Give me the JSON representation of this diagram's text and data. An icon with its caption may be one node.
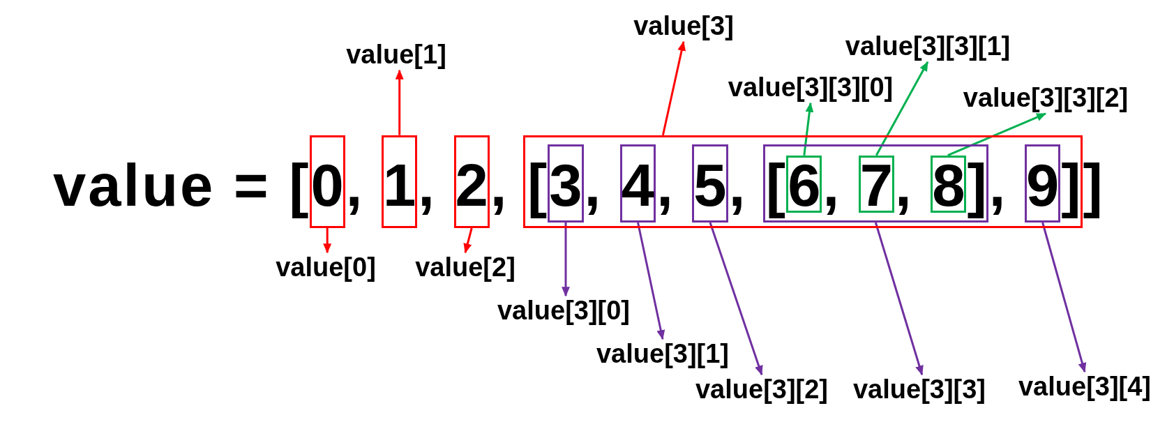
{
  "diagram": {
    "nodes": [
      {
        "text": [],
        "shape": "box"
      },
      {
        "text": [],
        "shape": "box"
      },
      {
        "text": [],
        "shape": "box"
      },
      {
        "text": [],
        "shape": "box"
      },
      {
        "text": [],
        "shape": "box",
        "in": 3
      },
      {
        "text": [],
        "shape": "box",
        "in": 3
      },
      {
        "text": [],
        "shape": "box",
        "in": 3
      },
      {
        "text": [],
        "shape": "box",
        "in": 3
      },
      {
        "text": [],
        "shape": "box",
        "in": 7
      },
      {
        "text": [],
        "shape": "box",
        "in": 7
      },
      {
        "text": [],
        "shape": "box",
        "in": 7
      },
      {
        "text": [],
        "shape": "box",
        "in": 3
      },
      {
        "text": [
          "value[0]"
        ]
      },
      {
        "text": [
          "value[1]"
        ]
      },
      {
        "text": [
          "value[2]"
        ]
      },
      {
        "text": [
          "value[3]"
        ]
      },
      {
        "text": [
          "value[3][0]"
        ]
      },
      {
        "text": [
          "value[3][1]"
        ]
      },
      {
        "text": [
          "value[3][2]"
        ]
      },
      {
        "text": [
          "value[3][3]"
        ]
      },
      {
        "text": [
          "value[3][3][0]"
        ]
      },
      {
        "text": [
          "value[3][3][1]"
        ]
      },
      {
        "text": [
          "value[3][3][2]"
        ]
      },
      {
        "text": [
          "value[3][4]"
        ]
      }
    ],
    "edges": [
      {
        "from": 0,
        "to": 12,
        "arrow": "to",
        "color": "#ff0000"
      },
      {
        "from": 1,
        "to": 13,
        "arrow": "to",
        "color": "#ff0000"
      },
      {
        "from": 2,
        "to": 14,
        "arrow": "to",
        "color": "#ff0000"
      },
      {
        "from": 3,
        "to": 15,
        "arrow": "to",
        "color": "#ff0000"
      },
      {
        "from": 4,
        "to": 16,
        "arrow": "to",
        "color": "#7030a0"
      },
      {
        "from": 5,
        "to": 17,
        "arrow": "to",
        "color": "#7030a0"
      },
      {
        "from": 6,
        "to": 18,
        "arrow": "to",
        "color": "#7030a0"
      },
      {
        "from": 7,
        "to": 19,
        "arrow": "to",
        "color": "#7030a0"
      },
      {
        "from": 8,
        "to": 20,
        "arrow": "to",
        "color": "#00b050"
      },
      {
        "from": 9,
        "to": 21,
        "arrow": "to",
        "color": "#00b050"
      },
      {
        "from": 10,
        "to": 22,
        "arrow": "to",
        "color": "#00b050"
      },
      {
        "from": 11,
        "to": 23,
        "arrow": "to",
        "color": "#7030a0"
      }
    ],
    "labels": [
      "value = [0, 1, 2, [3, 4, 5, [6, 7, 8], 9]]"
    ]
  }
}
